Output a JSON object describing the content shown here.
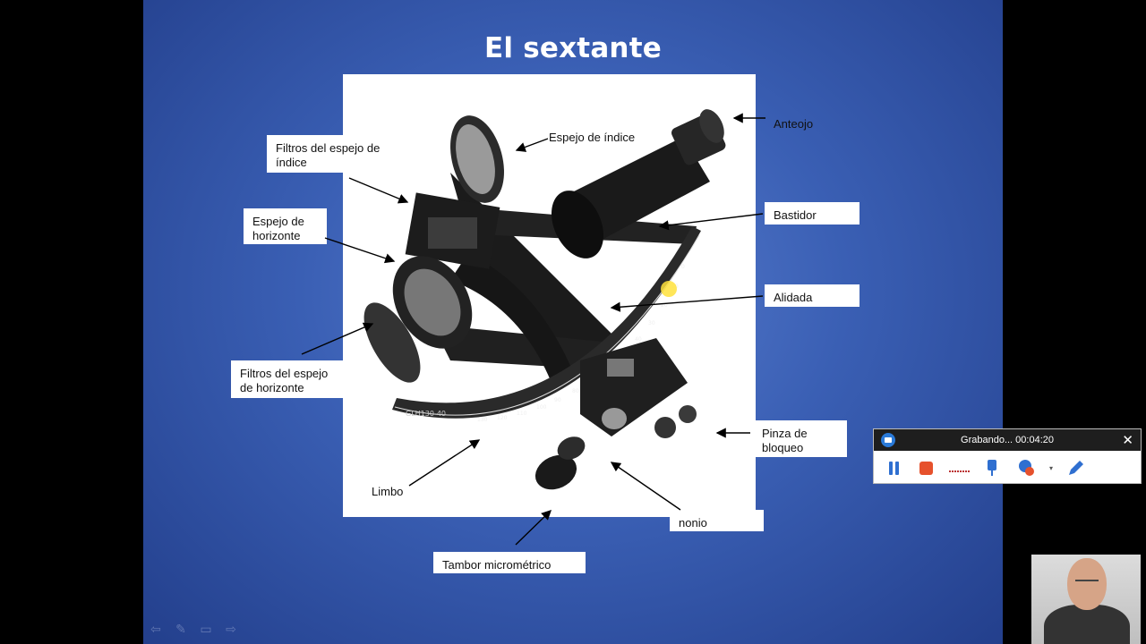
{
  "slide": {
    "title": "El sextante",
    "labels": {
      "filtros_indice": "Filtros del espejo de índice",
      "espejo_indice": "Espejo de índice",
      "anteojo": "Anteojo",
      "espejo_horizonte": "Espejo de horizonte",
      "bastidor": "Bastidor",
      "alidada": "Alidada",
      "filtros_horizonte": "Filtros del espejo de horizonte",
      "pinza": "Pinza de bloqueo",
      "limbo": "Limbo",
      "nonio": "nonio",
      "tambor": "Tambor micrométrico"
    },
    "arc_ticks": [
      "130",
      "120",
      "110",
      "100",
      "90",
      "80",
      "70",
      "60",
      "50",
      "40",
      "30",
      "20",
      "10",
      "0"
    ],
    "instrument_marking": "GLH130-40"
  },
  "recorder": {
    "status": "Grabando... 00:04:20",
    "close": "✕"
  },
  "nav_icons": [
    "back-arrow-icon",
    "pen-icon",
    "slides-icon",
    "forward-arrow-icon"
  ],
  "colors": {
    "slide_bg": "#3a5fb4",
    "stop": "#e6512c",
    "pause": "#2f6fd0"
  }
}
